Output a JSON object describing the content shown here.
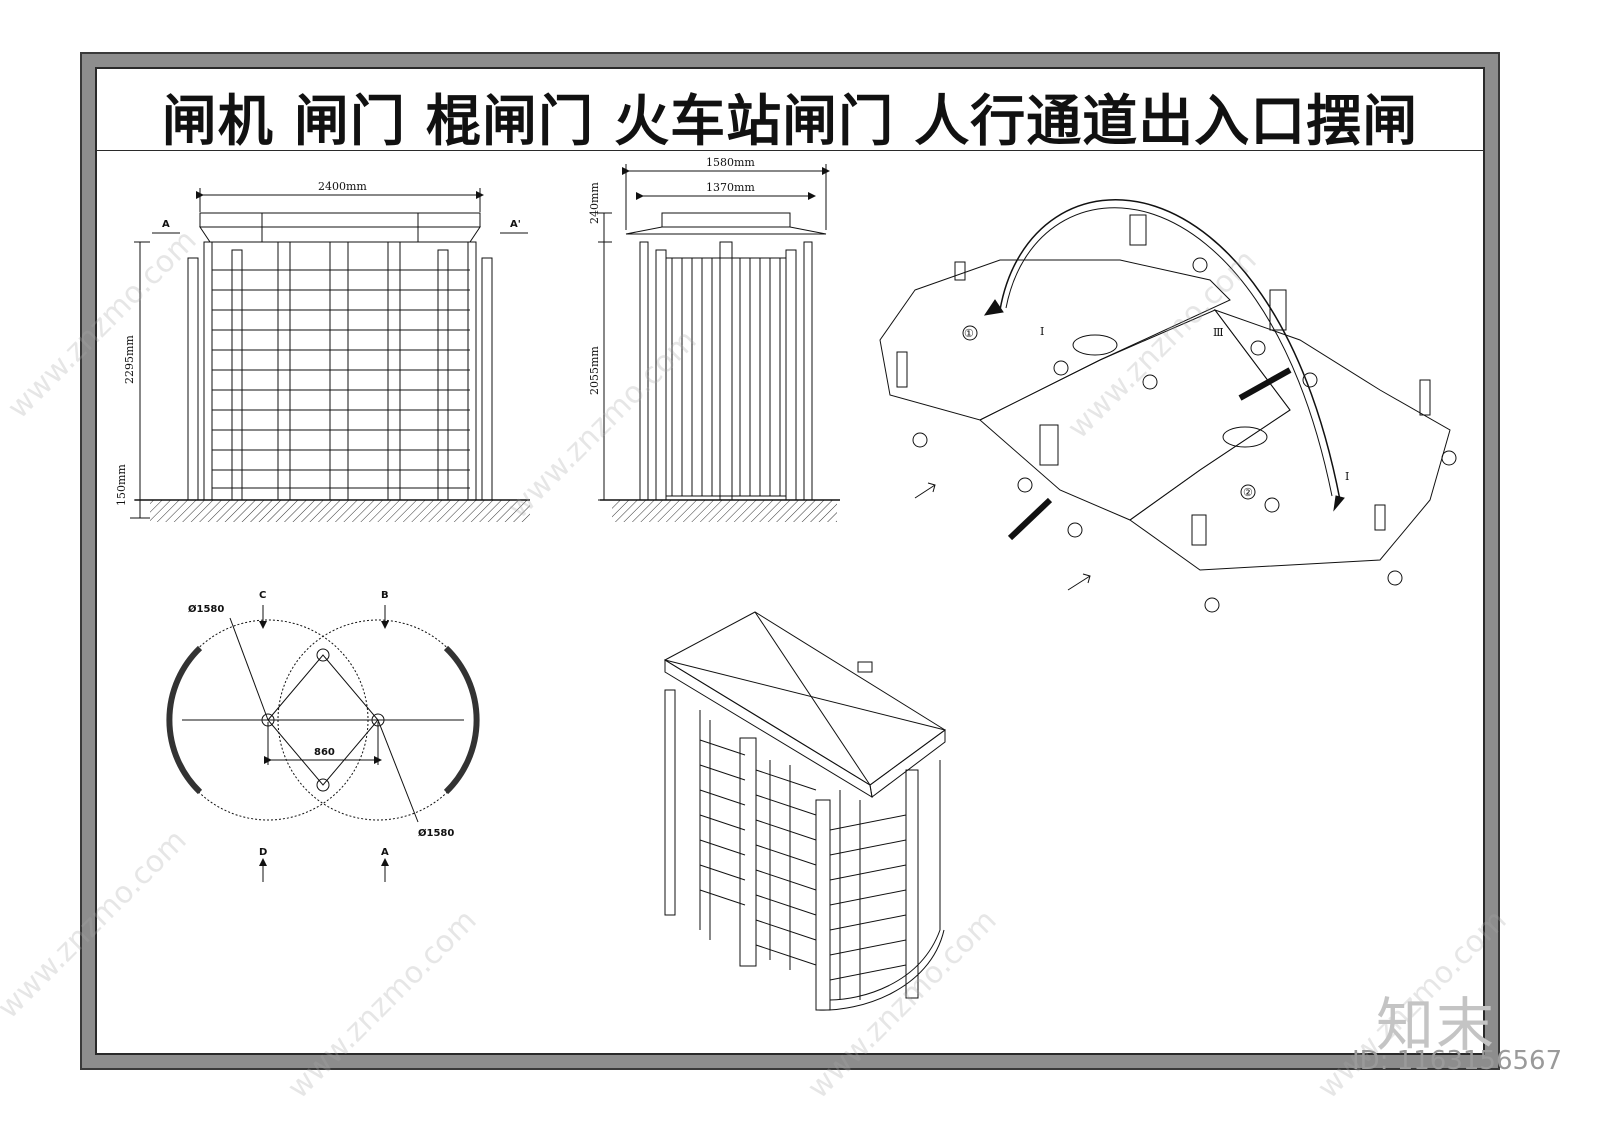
{
  "title": "闸机  闸门  棍闸门  火车站闸门  人行通道出入口摆闸",
  "front_view": {
    "width_dim": "2400mm",
    "height_dim": "2295mm",
    "base_dim": "150mm",
    "section_left": "A",
    "section_right": "A'"
  },
  "side_view": {
    "width_outer": "1580mm",
    "width_inner": "1370mm",
    "roof_dim": "240mm",
    "height_dim": "2055mm"
  },
  "plan_view": {
    "diameter_left": "Ø1580",
    "diameter_right": "Ø1580",
    "center_dim": "860",
    "arrow_c": "C",
    "arrow_b": "B",
    "arrow_d": "D",
    "arrow_a": "A"
  },
  "exploded_view": {
    "zone_1": "Ⅰ",
    "zone_2": "Ⅲ",
    "zone_3": "Ⅰ",
    "callout_1": "①",
    "callout_2": "②"
  },
  "watermark": {
    "text": "www.znzmo.com",
    "logo": "知末",
    "id": "ID: 1163156567"
  }
}
